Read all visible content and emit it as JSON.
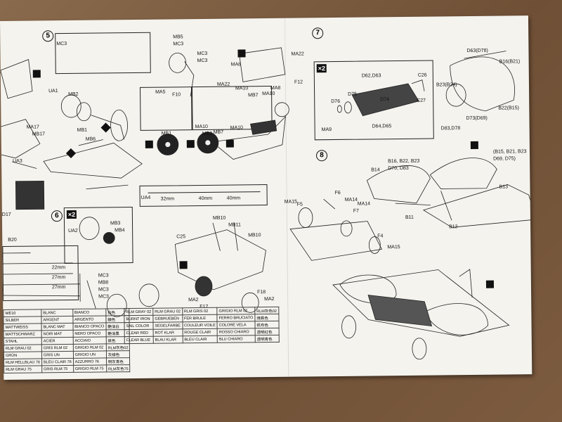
{
  "steps": {
    "s5": "5",
    "s6": "6",
    "s7": "7",
    "s8": "8"
  },
  "multipliers": {
    "x2_step6": "×2",
    "x2_step7": "×2"
  },
  "parts_left": {
    "mc3": "MC3",
    "ua1": "UA1",
    "mb2": "MB2",
    "mb1": "MB1",
    "mb6": "MB6",
    "ma17": "MA17",
    "mb17": "MB17",
    "ua3": "UA3",
    "ua2": "UA2",
    "mb3": "MB3",
    "mb4": "MB4",
    "b20": "B20",
    "d17": "D17"
  },
  "parts_mid": {
    "mb5": "MB5",
    "mc3a": "MC3",
    "mc3b": "MC3",
    "mc3c": "MC3",
    "ma5": "MA5",
    "f10": "F10",
    "ma22": "MA22",
    "ma10a": "MA10",
    "mb7": "MB7",
    "ma10b": "MA10",
    "mb1": "MB1",
    "mb2": "MB2",
    "ma8": "MA8",
    "ma10c": "MA10",
    "mb7b": "MB7",
    "ma10d": "MA10",
    "ma8b": "MA8",
    "f12": "F12",
    "ma22b": "MA22",
    "ua4": "UA4",
    "mb10": "MB10",
    "mb11": "MB11",
    "mb10b": "MB10",
    "c25": "C25",
    "ma2": "MA2",
    "f17": "F17",
    "f18": "F18",
    "ma2b": "MA2",
    "mc3d": "MC3",
    "mb8": "MB8",
    "mc3e": "MC3",
    "mc3f": "MC3"
  },
  "parts_right": {
    "d62": "D62,D63",
    "c26": "C26",
    "d75": "D75",
    "d76": "D76",
    "d74": "D74",
    "c27": "C27",
    "ma9": "MA9",
    "d64": "D64,D65",
    "d63b": "D63(D78)",
    "b16": "B16(B21)",
    "b23": "B23(B24)",
    "b22": "B22(B15)",
    "d73": "D73(D69)",
    "d83": "D83,D78",
    "b14": "B14",
    "b16b": "B16, B22, B23",
    "d70": "D70, D83",
    "b15": "(B15, B21, B23",
    "d69": "D69, D75)",
    "b13": "B13",
    "b11": "B11",
    "b12": "B12",
    "ma15": "MA15",
    "f5": "F5",
    "f6": "F6",
    "ma14": "MA14",
    "ma14b": "MA14",
    "f7": "F7",
    "f4": "F4",
    "ma15b": "MA15"
  },
  "dims": {
    "d1": "32mm",
    "d2": "40mm",
    "d3": "40mm",
    "d4": "22mm",
    "d5": "27mm",
    "d6": "27mm"
  },
  "color_table": {
    "rows": [
      [
        "WE10",
        "BLANC",
        "BIANCO",
        "白色"
      ],
      [
        "SILBER",
        "ARGENT",
        "ARGENTO",
        "銀色"
      ],
      [
        "MATTWEISS",
        "BLANC MAT",
        "BIANCO OPACO",
        "艶消白"
      ],
      [
        "MATTSCHWARZ",
        "NOIR MAT",
        "NERO OPACO",
        "艶消黒"
      ],
      [
        "STAHL",
        "ACIER",
        "ACCIAIO",
        "鉄色"
      ],
      [
        "RLM GRAU 02",
        "GRIS RLM 02",
        "GRIGIO RLM 02",
        "RLM灰色02"
      ],
      [
        "GRÜN",
        "GRIS UN",
        "GRIGIO UN",
        "灰緑色"
      ],
      [
        "RLM HELLBLAU 76",
        "BLEU CLAIR 76",
        "AZZURRO 76",
        "明灰青色"
      ],
      [
        "RLM GRAU 75",
        "GRIS RLM 75",
        "GRIGIO RLM 75",
        "RLM灰色75"
      ]
    ],
    "rows2": [
      [
        "RLM GRAY 02",
        "RLM GRAU 02",
        "RLM GRIS 02",
        "GRIGIO RLM 02",
        "RLM灰色02"
      ],
      [
        "BURNT IRON",
        "GEBRUEBEN",
        "FER BRULE",
        "FERRO BRUCIATO",
        "焼鉄色"
      ],
      [
        "SAIL COLOR",
        "SEGELFARBE",
        "COULEUR VOILE",
        "COLORE VELA",
        "帆布色"
      ],
      [
        "CLEAR RED",
        "ROT KLAR",
        "ROUGE CLAIR",
        "ROSSO CHIARO",
        "透明红色"
      ],
      [
        "CLEAR BLUE",
        "BLAU KLAR",
        "BLEU CLAIR",
        "BLU CHIARO",
        "透明青色"
      ]
    ]
  }
}
